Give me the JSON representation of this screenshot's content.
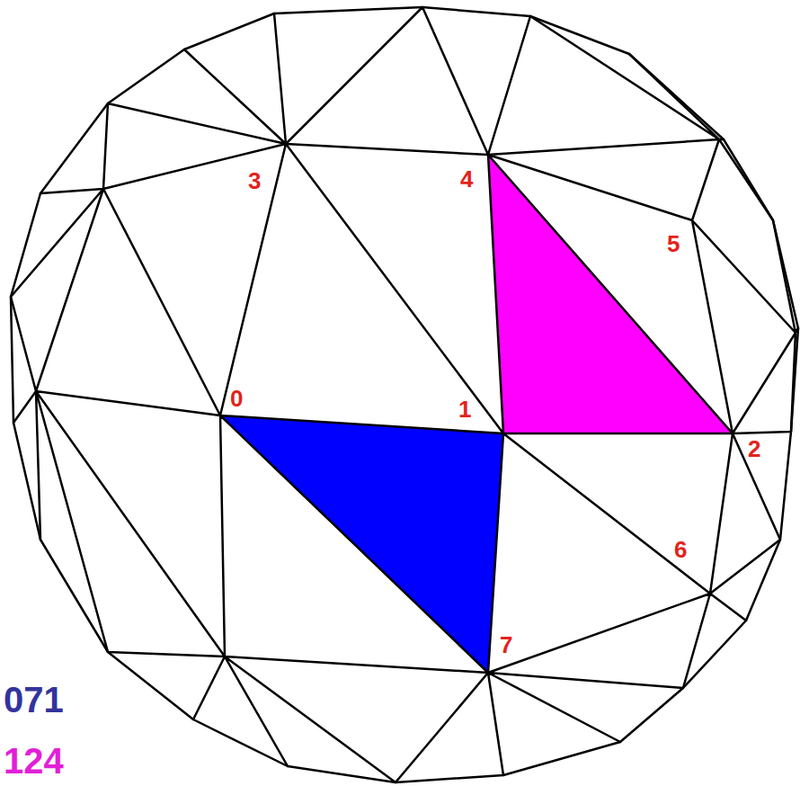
{
  "diagram": {
    "labels": [
      "3",
      "4",
      "5",
      "0",
      "1",
      "2",
      "6",
      "7",
      "071",
      "124"
    ]
  }
}
